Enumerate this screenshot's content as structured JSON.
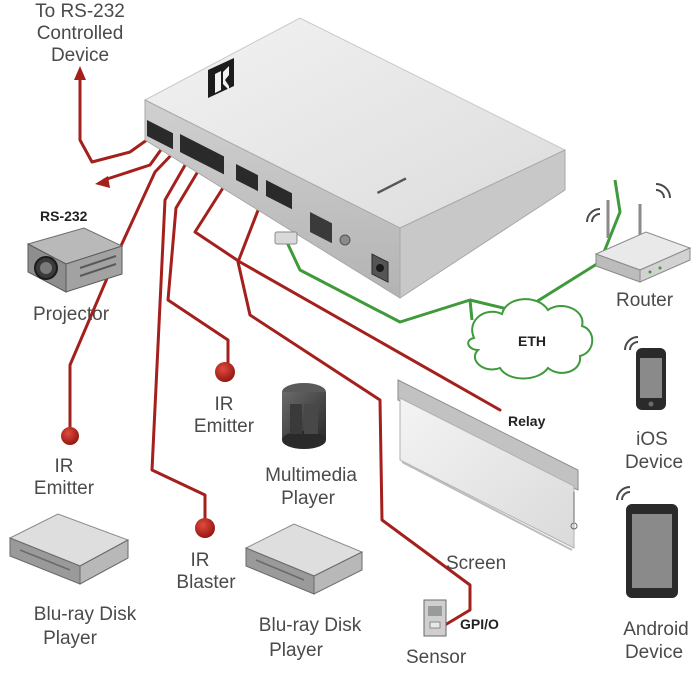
{
  "colors": {
    "cable": "#a3201d",
    "eth_cable": "#3e9a3a",
    "label": "#4a4a4a",
    "device_body": "#e6e6e6",
    "device_side": "#b8b8b8"
  },
  "labels": {
    "rs232_device": [
      "To RS-232",
      "Controlled",
      "Device"
    ],
    "rs232": "RS-232",
    "projector": "Projector",
    "ir_emitter_left": [
      "IR",
      "Emitter"
    ],
    "ir_emitter_center": [
      "IR",
      "Emitter"
    ],
    "ir_blaster": [
      "IR",
      "Blaster"
    ],
    "multimedia_player": [
      "Multimedia",
      "Player"
    ],
    "bluray_left": [
      "Blu-ray Disk",
      "Player"
    ],
    "bluray_center": [
      "Blu-ray Disk",
      "Player"
    ],
    "screen": "Screen",
    "relay": "Relay",
    "gpio": "GPI/O",
    "sensor": "Sensor",
    "eth": "ETH",
    "router": "Router",
    "ios_device": [
      "iOS",
      "Device"
    ],
    "android_device": [
      "Android",
      "Device"
    ]
  },
  "icons": [
    "kramer-logo-icon",
    "wifi-icon",
    "router-icon",
    "cloud-icon",
    "projector-icon",
    "speaker-icon",
    "bluray-player-icon",
    "screen-icon",
    "sensor-icon",
    "phone-icon",
    "tablet-icon",
    "ir-emitter-icon"
  ]
}
